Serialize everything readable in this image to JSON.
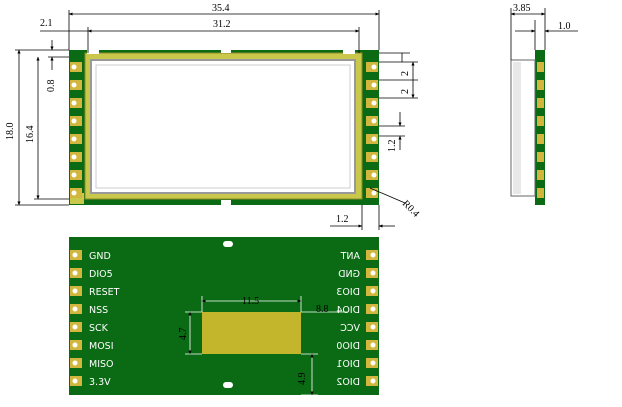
{
  "colors": {
    "pcb": "#0b6a14",
    "shield": "#c9c84a",
    "shield_edge": "#8c8a2a",
    "pad": "#d2b63e",
    "chip": "#c3b62d",
    "line": "#000000"
  },
  "top_view": {
    "dims": {
      "total_width": "35.4",
      "inner_width": "31.2",
      "left_offset": "2.1",
      "total_height": "18.0",
      "inner_height": "16.4",
      "top_offset": "0.8",
      "pin_pitch_a": "2",
      "pin_pitch_b": "2",
      "pad_height": "1.2",
      "bottom_pad": "1.2",
      "corner_radius": "R0.4"
    }
  },
  "side_view": {
    "dims": {
      "total_depth": "3.85",
      "board_thickness": "1.0"
    }
  },
  "bottom_view": {
    "left_pins": [
      "GND",
      "DIO5",
      "RESET",
      "NSS",
      "SCK",
      "MOSI",
      "MISO",
      "3.3V"
    ],
    "right_pins": [
      "ANT",
      "GND",
      "DIO3",
      "DIO4",
      "VCC",
      "DIO0",
      "DIO1",
      "DIO2"
    ],
    "dims": {
      "chip_width": "11.5",
      "chip_height": "4.7",
      "chip_x_offset": "8.8",
      "chip_y_offset": "4.9"
    }
  }
}
